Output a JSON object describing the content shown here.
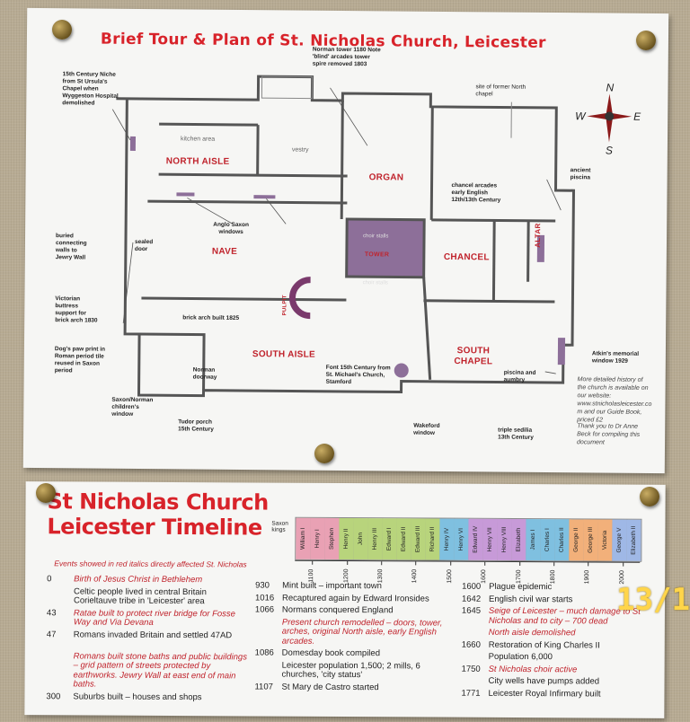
{
  "plan": {
    "title": "Brief Tour & Plan of St. Nicholas Church, Leicester",
    "rooms": {
      "north_aisle": "NORTH AISLE",
      "nave": "NAVE",
      "organ": "ORGAN",
      "chancel": "CHANCEL",
      "altar": "ALTAR",
      "south_aisle": "SOUTH AISLE",
      "south_chapel": "SOUTH CHAPEL",
      "tower": "TOWER",
      "pulpit": "PULPIT"
    },
    "minor_labels": {
      "kitchen": "kitchen area",
      "vestry": "vestry",
      "choir_stalls_top": "choir stalls",
      "choir_stalls_bottom": "choir stalls"
    },
    "notes": {
      "niche": "15th Century Niche from St Ursula's Chapel when Wyggeston Hospital demolished",
      "norman_tower": "Norman tower 1180 Note 'blind' arcades tower spire removed 1803",
      "north_chapel": "site of former North chapel",
      "ancient_piscina": "ancient piscina",
      "chancel_arcades": "chancel arcades early English 12th/13th Century",
      "anglo_saxon": "Anglo Saxon windows",
      "buried_walls": "buried connecting walls to Jewry Wall",
      "sealed_door": "sealed door",
      "victorian": "Victorian buttress support for brick arch 1830",
      "brick_arch": "brick arch built 1825",
      "dogs_paw": "Dog's paw print in Roman period tile reused in Saxon period",
      "font": "Font 15th Century from St. Michael's Church, Stamford",
      "norman_doorway": "Norman doorway",
      "saxon_norman": "Saxon/Norman children's window",
      "tudor_porch": "Tudor porch 15th Century",
      "wakeford": "Wakeford window",
      "piscina": "piscina and aumbry",
      "sedilia": "triple sedilia 13th Century",
      "atkin": "Atkin's memorial window 1929"
    },
    "side_note_1": "More detailed history of the church is available on our website: www.stnicholasleicester.com and our Guide Book, priced £2",
    "side_note_2": "Thank you to Dr Anne Beck for compiling this document",
    "compass": {
      "n": "N",
      "s": "S",
      "e": "E",
      "w": "W"
    }
  },
  "timeline": {
    "title_line1": "St Nicholas Church",
    "title_line2": "Leicester Timeline",
    "subtitle": "Events showed in red italics directly affected St. Nicholas",
    "kings_label": "Saxon kings",
    "kings": [
      {
        "name": "William I",
        "color": "#e9a1b4"
      },
      {
        "name": "Henry I",
        "color": "#e9a1b4"
      },
      {
        "name": "Stephen",
        "color": "#e9a1b4"
      },
      {
        "name": "Henry II",
        "color": "#b8d47c"
      },
      {
        "name": "John",
        "color": "#b8d47c"
      },
      {
        "name": "Henry III",
        "color": "#b8d47c"
      },
      {
        "name": "Edward I",
        "color": "#b8d47c"
      },
      {
        "name": "Edward II",
        "color": "#b8d47c"
      },
      {
        "name": "Edward III",
        "color": "#b8d47c"
      },
      {
        "name": "Richard II",
        "color": "#b8d47c"
      },
      {
        "name": "Henry IV",
        "color": "#7fc0e0"
      },
      {
        "name": "Henry VI",
        "color": "#7fc0e0"
      },
      {
        "name": "Edward IV",
        "color": "#c79ad8"
      },
      {
        "name": "Henry VII",
        "color": "#c79ad8"
      },
      {
        "name": "Henry VIII",
        "color": "#c79ad8"
      },
      {
        "name": "Elizabeth",
        "color": "#c79ad8"
      },
      {
        "name": "James I",
        "color": "#7fc0e0"
      },
      {
        "name": "Charles I",
        "color": "#7fc0e0"
      },
      {
        "name": "Charles II",
        "color": "#7fc0e0"
      },
      {
        "name": "George II",
        "color": "#f2b07a"
      },
      {
        "name": "George III",
        "color": "#f2b07a"
      },
      {
        "name": "Victoria",
        "color": "#f2b07a"
      },
      {
        "name": "George V",
        "color": "#9fb8e6"
      },
      {
        "name": "Elizabeth II",
        "color": "#9fb8e6"
      }
    ],
    "ticks": [
      "1100",
      "1200",
      "1300",
      "1400",
      "1500",
      "1600",
      "1700",
      "1800",
      "1900",
      "2000"
    ],
    "col1": [
      {
        "year": "0",
        "text": "Birth of Jesus Christ in Bethlehem",
        "red": true
      },
      {
        "year": "",
        "text": "Celtic people lived in central Britain Corieltauve tribe in 'Leicester' area",
        "red": false
      },
      {
        "year": "43",
        "text": "Ratae built to protect river bridge for Fosse Way and Via Devana",
        "red": true
      },
      {
        "year": "47",
        "text": "Romans invaded Britain and settled 47AD",
        "red": false
      },
      {
        "year": "",
        "text": "Romans built stone baths and public buildings – grid pattern of streets protected by earthworks. Jewry Wall at east end of main baths.",
        "red": true
      },
      {
        "year": "300",
        "text": "Suburbs built – houses and shops",
        "red": false
      }
    ],
    "col2": [
      {
        "year": "930",
        "text": "Mint built – important town",
        "red": false
      },
      {
        "year": "1016",
        "text": "Recaptured again by Edward Ironsides",
        "red": false
      },
      {
        "year": "1066",
        "text": "Normans conquered England",
        "red": false
      },
      {
        "year": "",
        "text": "Present church remodelled – doors, tower, arches, original North aisle, early English arcades.",
        "red": true
      },
      {
        "year": "1086",
        "text": "Domesday book compiled",
        "red": false
      },
      {
        "year": "",
        "text": "Leicester population 1,500; 2 mills, 6 churches, 'city status'",
        "red": false
      },
      {
        "year": "1107",
        "text": "St Mary de Castro started",
        "red": false
      }
    ],
    "col3": [
      {
        "year": "1600",
        "text": "Plague epidemic",
        "red": false
      },
      {
        "year": "1642",
        "text": "English civil war starts",
        "red": false
      },
      {
        "year": "1645",
        "text": "Seige of Leicester – much damage to St Nicholas and to city – 700 dead",
        "red": true
      },
      {
        "year": "",
        "text": "North aisle demolished",
        "red": true
      },
      {
        "year": "1660",
        "text": "Restoration of King Charles II",
        "red": false
      },
      {
        "year": "",
        "text": "Population 6,000",
        "red": false
      },
      {
        "year": "1750",
        "text": "St Nicholas choir active",
        "red": true
      },
      {
        "year": "",
        "text": "City wells have pumps added",
        "red": false
      },
      {
        "year": "1771",
        "text": "Leicester Royal Infirmary built",
        "red": false
      }
    ]
  },
  "camera_stamp": "13/1"
}
